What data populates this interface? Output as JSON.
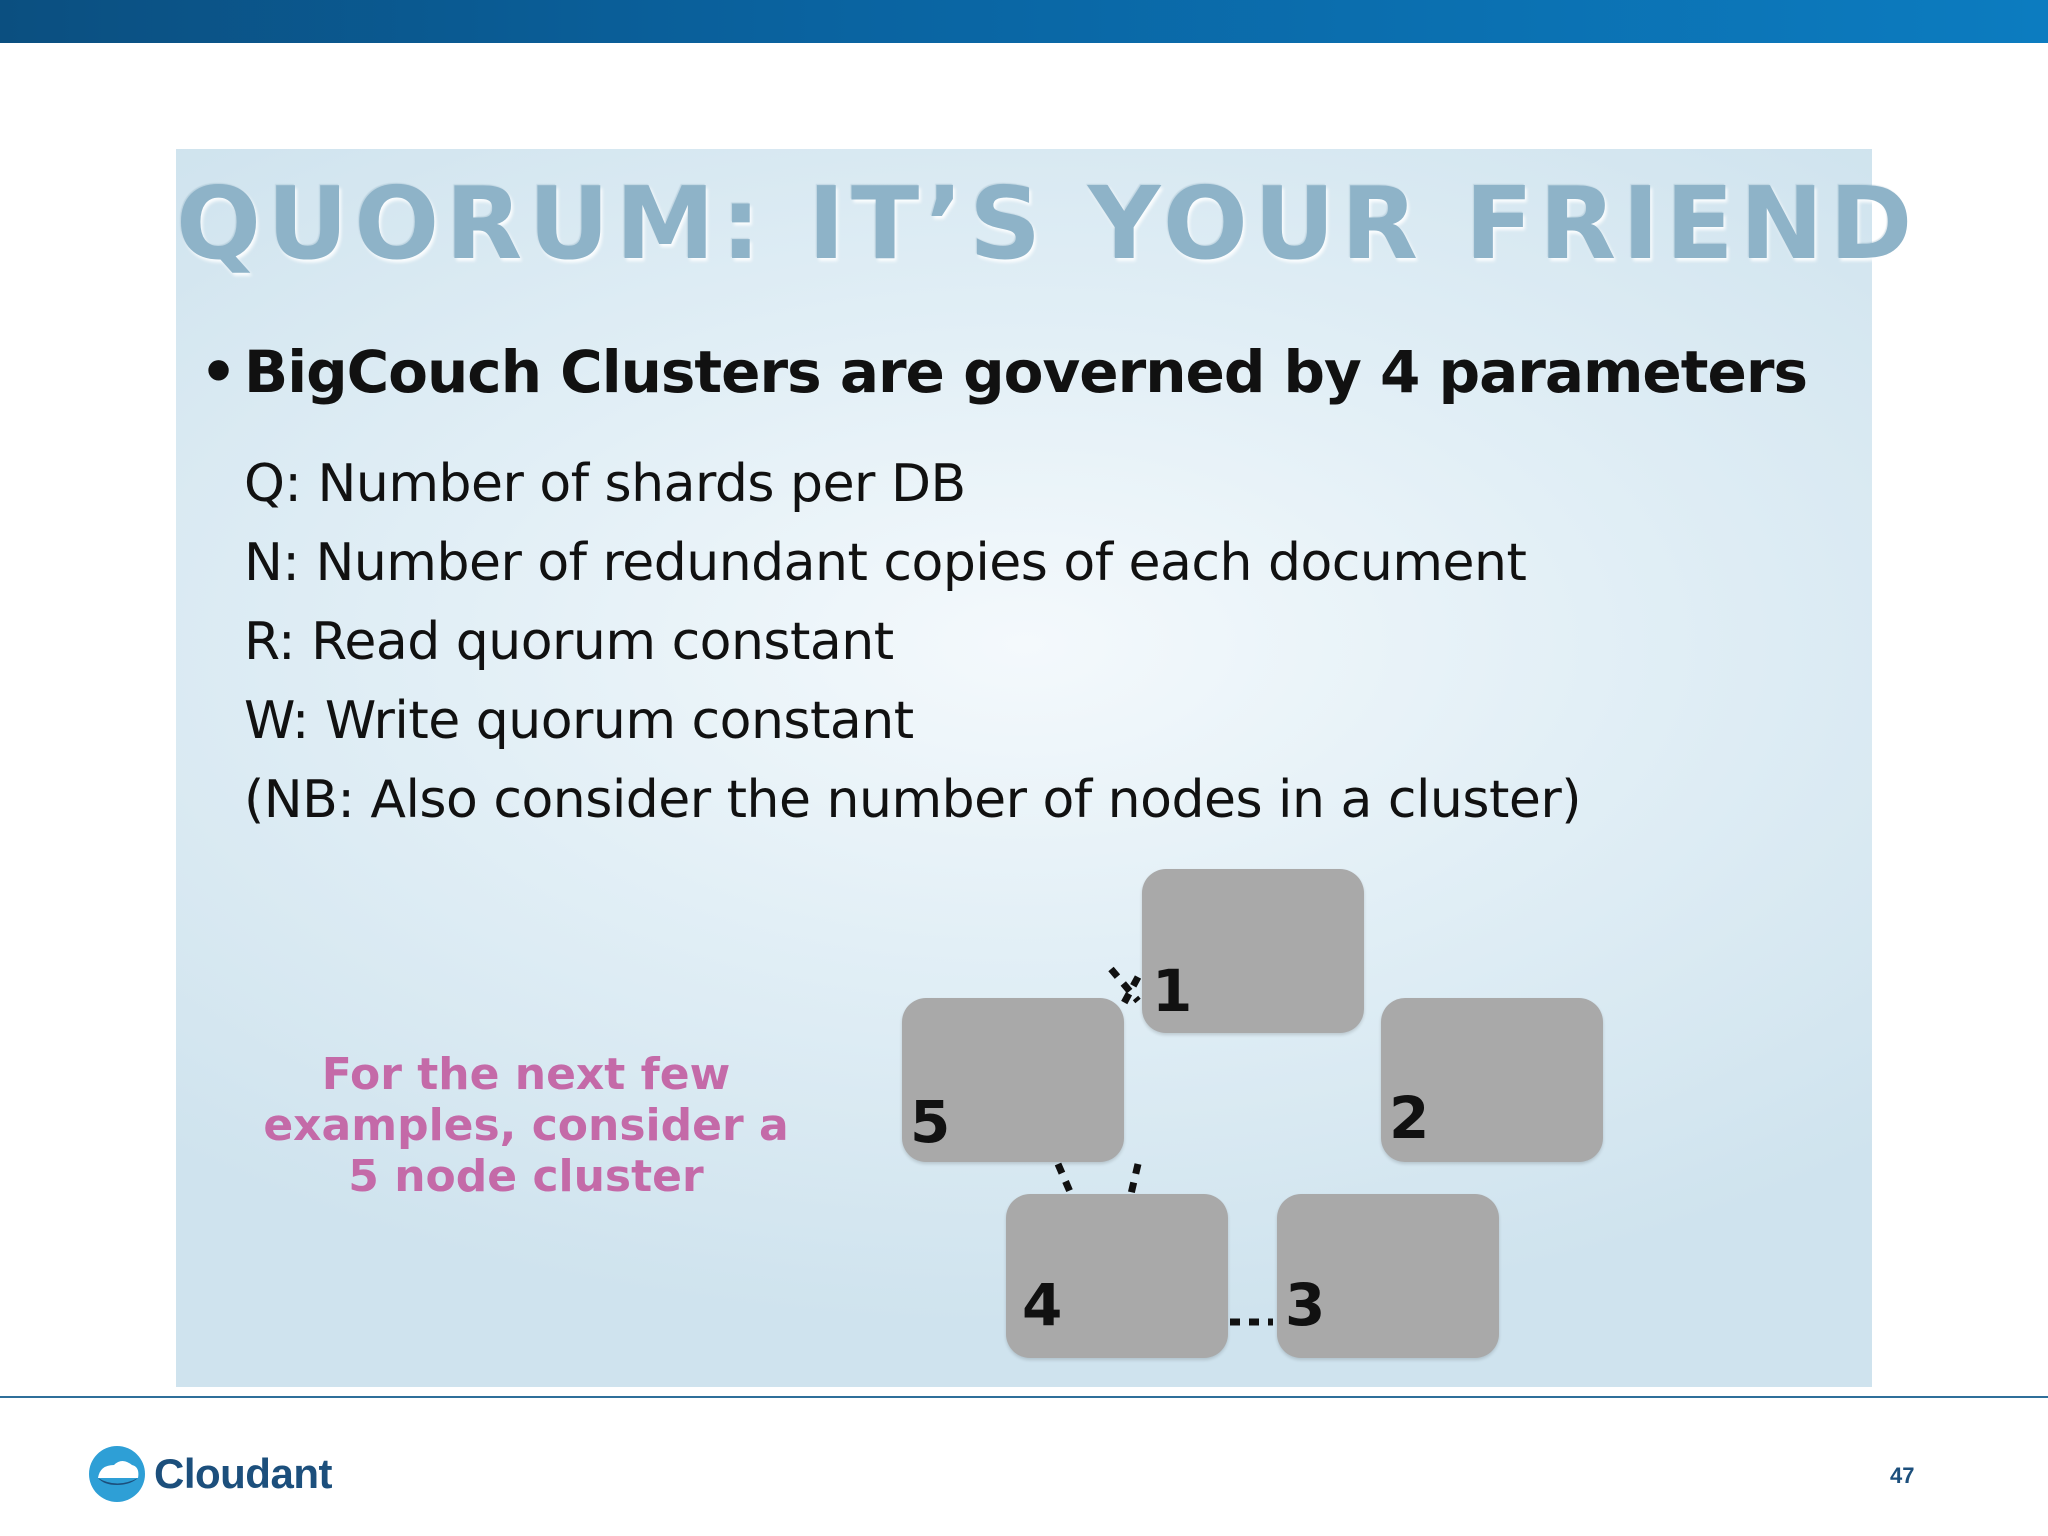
{
  "slide": {
    "title": "QUORUM: IT’S YOUR FRIEND",
    "bullet": "BigCouch Clusters are governed by 4 parameters",
    "params": [
      "Q: Number of shards per DB",
      "N: Number of redundant copies of each document",
      "R: Read quorum constant",
      "W: Write quorum constant",
      "(NB: Also consider the number of nodes in a cluster)"
    ],
    "note": "For the next few examples, consider a 5 node cluster",
    "nodes": [
      "1",
      "2",
      "3",
      "4",
      "5"
    ]
  },
  "footer": {
    "brand": "Cloudant",
    "logo_icon": "cloudant-logo-icon",
    "page_number": "47"
  },
  "colors": {
    "top_bar": "#0a63a0",
    "title": "#8eb3c8",
    "note": "#c46aa8",
    "node": "#a9a9a9",
    "brand": "#1c4f7c"
  }
}
